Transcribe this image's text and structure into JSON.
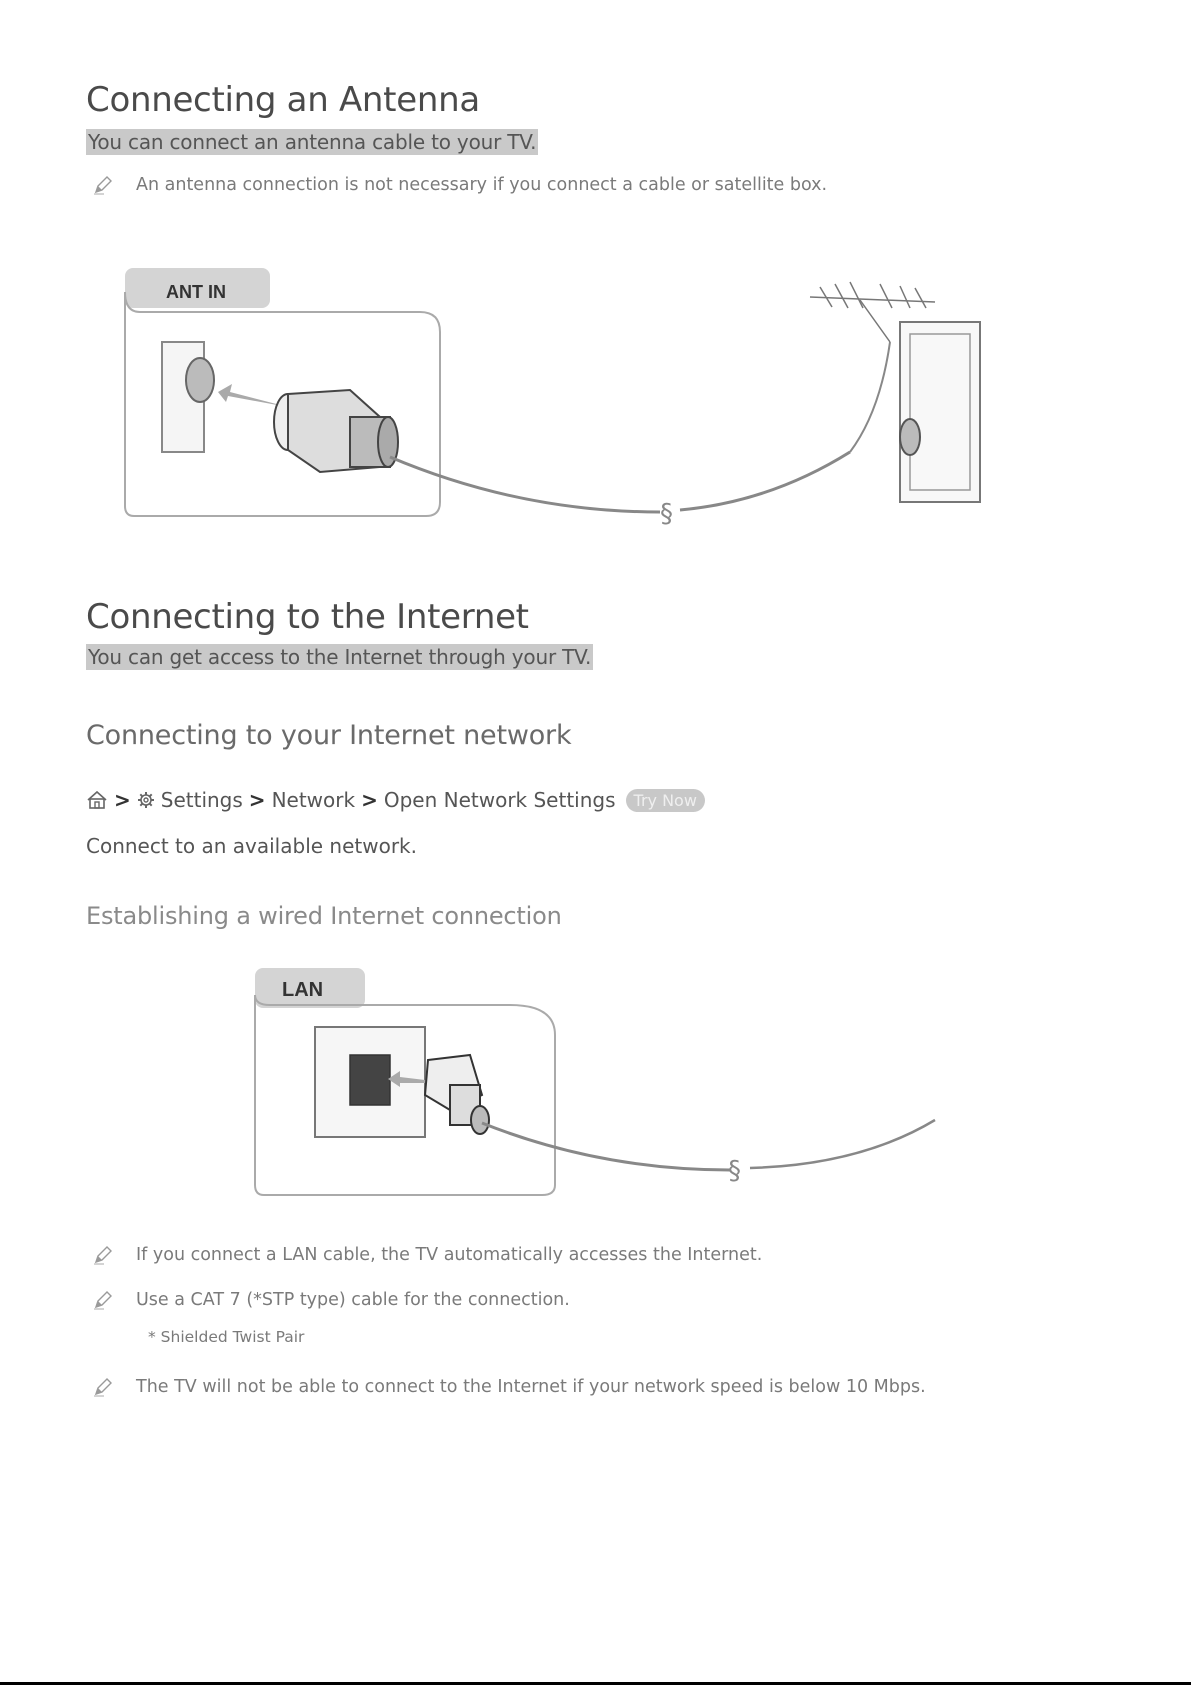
{
  "antenna": {
    "title": "Connecting an Antenna",
    "subtitle": "You can connect an antenna cable to your TV.",
    "note": "An antenna connection is not necessary if you connect a cable or satellite box.",
    "port_label": "ANT IN"
  },
  "internet": {
    "title": "Connecting to the Internet",
    "subtitle": "You can get access to the Internet through your TV."
  },
  "network": {
    "heading": "Connecting to your Internet network",
    "breadcrumb": {
      "separator": ">",
      "settings": "Settings",
      "network": "Network",
      "open": "Open Network Settings",
      "try_now": "Try Now"
    },
    "body": "Connect to an available network."
  },
  "wired": {
    "heading": "Establishing a wired Internet connection",
    "port_label": "LAN",
    "notes": [
      "If you connect a LAN cable, the TV automatically accesses the Internet.",
      "Use a CAT 7 (*STP type) cable for the connection.",
      "The TV will not be able to connect to the Internet if your network speed is below 10 Mbps."
    ],
    "footnote": "* Shielded Twist Pair"
  }
}
